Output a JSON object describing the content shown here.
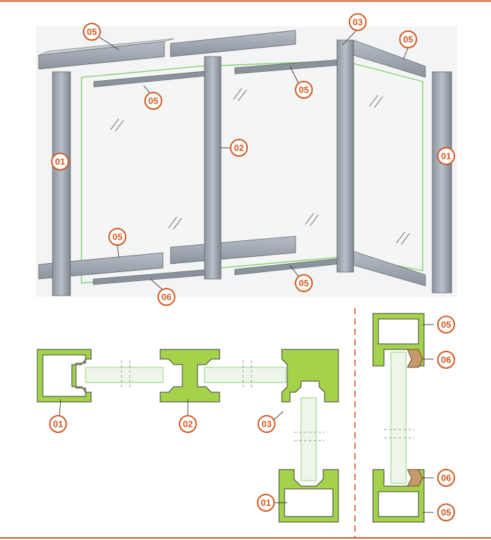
{
  "diagram": {
    "accent_color": "#d2571d",
    "profile_fill": "#a4d24a",
    "profile_stroke": "#3c3c3c",
    "gasket_fill": "#c79a6b",
    "frame_color": "#9aa2ad",
    "glass_edge": "#7fcf6a",
    "callouts_3d": [
      {
        "id": "c05a",
        "label": "05"
      },
      {
        "id": "c03",
        "label": "03"
      },
      {
        "id": "c05b",
        "label": "05"
      },
      {
        "id": "c05c",
        "label": "05"
      },
      {
        "id": "c05d",
        "label": "05"
      },
      {
        "id": "c01a",
        "label": "01"
      },
      {
        "id": "c02",
        "label": "02"
      },
      {
        "id": "c01b",
        "label": "01"
      },
      {
        "id": "c05e",
        "label": "05"
      },
      {
        "id": "c05f",
        "label": "05"
      },
      {
        "id": "c06a",
        "label": "06"
      }
    ],
    "callouts_section": [
      {
        "id": "s01a",
        "label": "01"
      },
      {
        "id": "s02",
        "label": "02"
      },
      {
        "id": "s03",
        "label": "03"
      },
      {
        "id": "s01b",
        "label": "01"
      },
      {
        "id": "s05a",
        "label": "05"
      },
      {
        "id": "s06a",
        "label": "06"
      },
      {
        "id": "s06b",
        "label": "06"
      },
      {
        "id": "s05b",
        "label": "05"
      }
    ]
  }
}
